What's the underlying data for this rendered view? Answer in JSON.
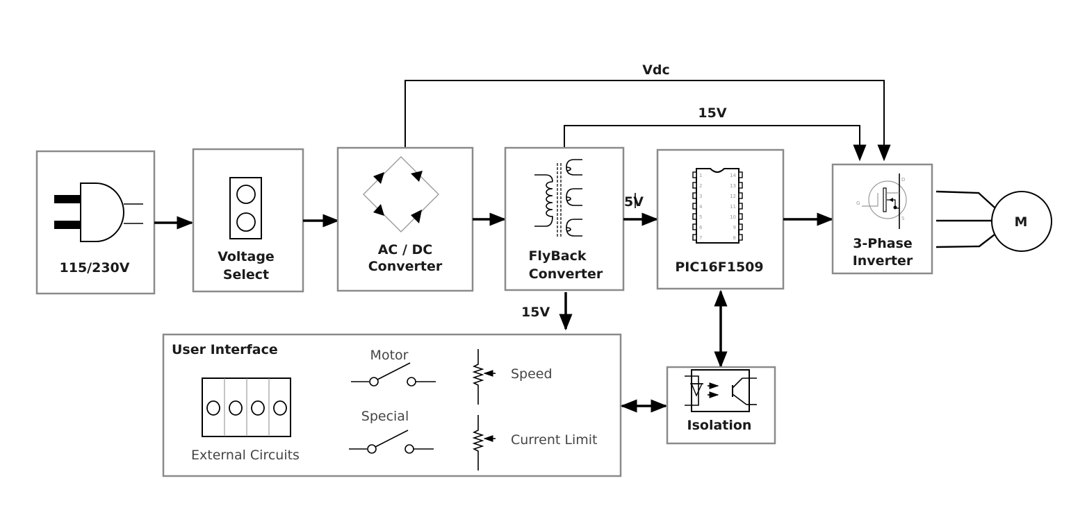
{
  "blocks": {
    "power_input": {
      "label": "115/230V",
      "icon": "plug-icon"
    },
    "voltage_select": {
      "label_line1": "Voltage",
      "label_line2": "Select",
      "icon": "jumper-icon"
    },
    "ac_dc": {
      "label_line1": "AC / DC",
      "label_line2": "Converter",
      "icon": "bridge-rectifier-icon"
    },
    "flyback": {
      "label_line1": "FlyBack",
      "label_line2": "Converter",
      "icon": "transformer-icon"
    },
    "mcu": {
      "label": "PIC16F1509",
      "icon": "dip-chip-icon",
      "pins_left": [
        "1",
        "2",
        "3",
        "4",
        "5",
        "6",
        "7"
      ],
      "pins_right": [
        "14",
        "13",
        "12",
        "11",
        "10",
        "9",
        "8"
      ]
    },
    "inverter": {
      "label_line1": "3-Phase",
      "label_line2": "Inverter",
      "icon": "mosfet-icon",
      "pin_labels": {
        "gate": "G",
        "drain": "D",
        "source": "S"
      }
    },
    "motor": {
      "label": "M",
      "icon": "motor-icon"
    },
    "isolation": {
      "label": "Isolation",
      "icon": "optocoupler-icon"
    },
    "user_interface": {
      "title": "User Interface",
      "external_circuits": "External Circuits",
      "switches": [
        "Motor",
        "Special"
      ],
      "potentiometers": [
        "Speed",
        "Current Limit"
      ]
    }
  },
  "signals": {
    "vdc": "Vdc",
    "rail_15v_top": "15V",
    "rail_5v": "5V",
    "rail_15v_ui": "15V"
  }
}
